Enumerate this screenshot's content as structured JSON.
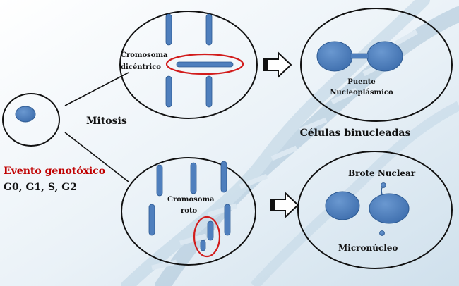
{
  "labels": {
    "cromosoma_dicentrico_1": "Cromosoma",
    "cromosoma_dicentrico_2": "dicéntrico",
    "puente_1": "Puente",
    "puente_2": "Nucleoplásmico",
    "mitosis": "Mitosis",
    "celulas_binucleadas": "Células binucleadas",
    "evento_genotoxico": "Evento genotóxico",
    "fases": "G0, G1, S, G2",
    "cromosoma_roto_1": "Cromosoma",
    "cromosoma_roto_2": "roto",
    "brote_nuclear": "Brote Nuclear",
    "micronucleo": "Micronúcleo"
  },
  "colors": {
    "nucleus_fill": "#4f7fbd",
    "nucleus_stroke": "#2d5a92",
    "cell_outline": "#111111",
    "highlight_ring": "#d21c1c",
    "event_text": "#c00000",
    "dna_background": "#c9dbe8"
  },
  "icons": [
    "right-arrow-icon",
    "right-arrow-icon"
  ]
}
